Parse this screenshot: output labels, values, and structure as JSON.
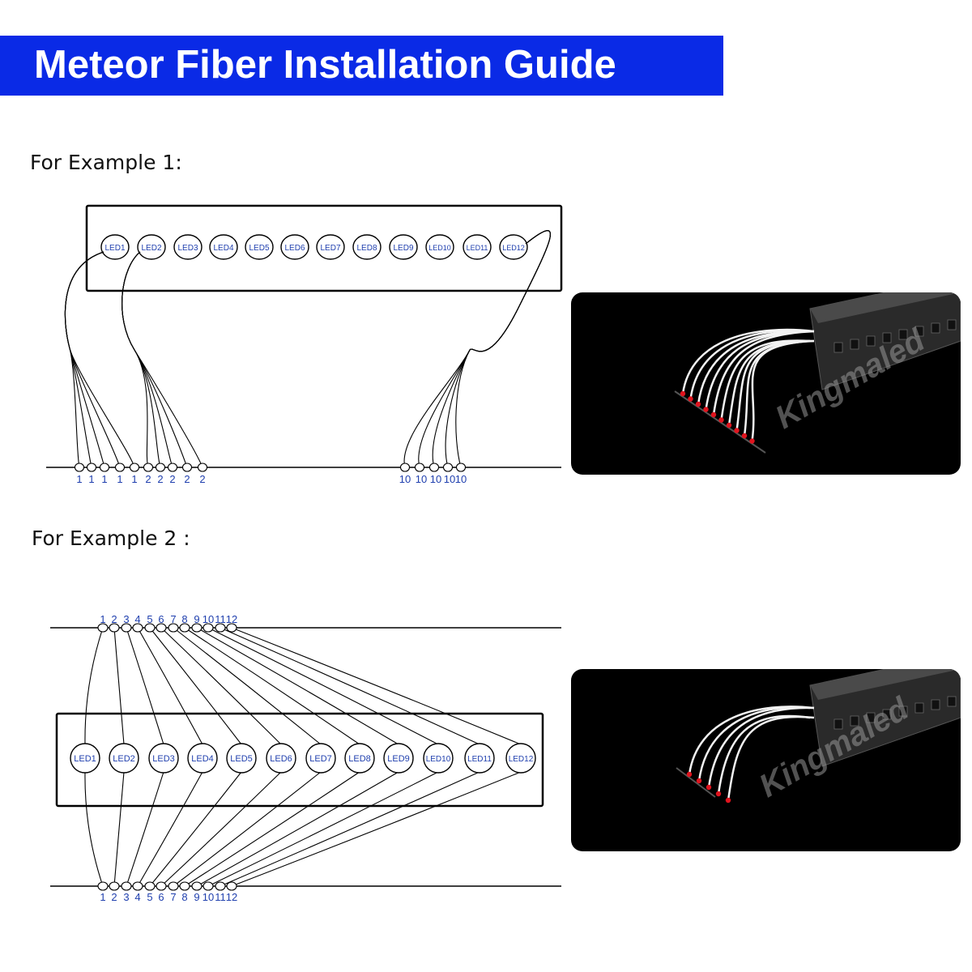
{
  "title": "Meteor Fiber Installation Guide",
  "colors": {
    "title_bg": "#0a2ae6",
    "title_text": "#ffffff",
    "led_label": "#1f3fae",
    "line": "#000000",
    "photo_bg": "#000000",
    "fiber_tip": "#e0141e"
  },
  "example1": {
    "heading": "For Example 1:",
    "leds": [
      "LED1",
      "LED2",
      "LED3",
      "LED4",
      "LED5",
      "LED6",
      "LED7",
      "LED8",
      "LED9",
      "LED10",
      "LED11",
      "LED12"
    ],
    "groups": [
      {
        "from_led": "LED1",
        "labels": [
          "1",
          "1",
          "1",
          "1",
          "1"
        ]
      },
      {
        "from_led": "LED2",
        "labels": [
          "2",
          "2",
          "2",
          "2",
          "2"
        ]
      },
      {
        "from_led": "LED12",
        "labels": [
          "10",
          "10",
          "10",
          "10",
          "10"
        ]
      }
    ]
  },
  "example2": {
    "heading": "For Example 2 :",
    "leds": [
      "LED1",
      "LED2",
      "LED3",
      "LED4",
      "LED5",
      "LED6",
      "LED7",
      "LED8",
      "LED9",
      "LED10",
      "LED11",
      "LED12"
    ],
    "top_labels": [
      "1",
      "2",
      "3",
      "4",
      "5",
      "6",
      "7",
      "8",
      "9",
      "10",
      "11",
      "12"
    ],
    "bottom_labels": [
      "1",
      "2",
      "3",
      "4",
      "5",
      "6",
      "7",
      "8",
      "9",
      "10",
      "11",
      "12"
    ]
  },
  "watermark": "Kingmaled",
  "photo_icons": [
    "fiber-harness-photo-1",
    "fiber-harness-photo-2"
  ]
}
